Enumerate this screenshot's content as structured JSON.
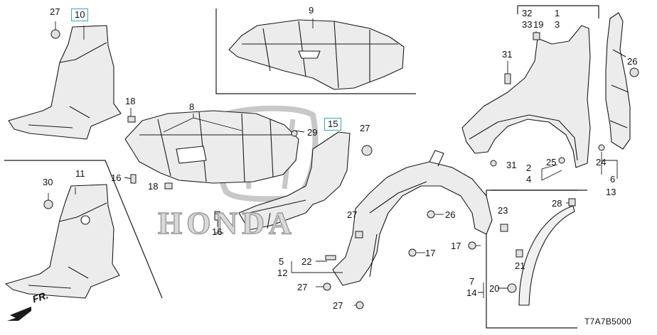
{
  "watermark": "HONDA",
  "front_marker": "FR.",
  "diagram_code": "T7A7B5000",
  "labels": [
    "27",
    "10",
    "9",
    "32",
    "33",
    "1",
    "3",
    "19",
    "31",
    "26",
    "18",
    "8",
    "29",
    "15",
    "27",
    "16",
    "18",
    "30",
    "11",
    "16",
    "25",
    "31",
    "2",
    "4",
    "24",
    "6",
    "13",
    "27",
    "26",
    "23",
    "22",
    "5",
    "12",
    "28",
    "17",
    "21",
    "17",
    "7",
    "14",
    "27",
    "20",
    "27"
  ],
  "boxed_callouts": [
    "10",
    "15"
  ],
  "colors": {
    "line": "#1a1a1a",
    "highlight_box": "#38a3c0",
    "watermark_fill": "#d9d9d9",
    "watermark_stroke": "#9a9a9a"
  }
}
